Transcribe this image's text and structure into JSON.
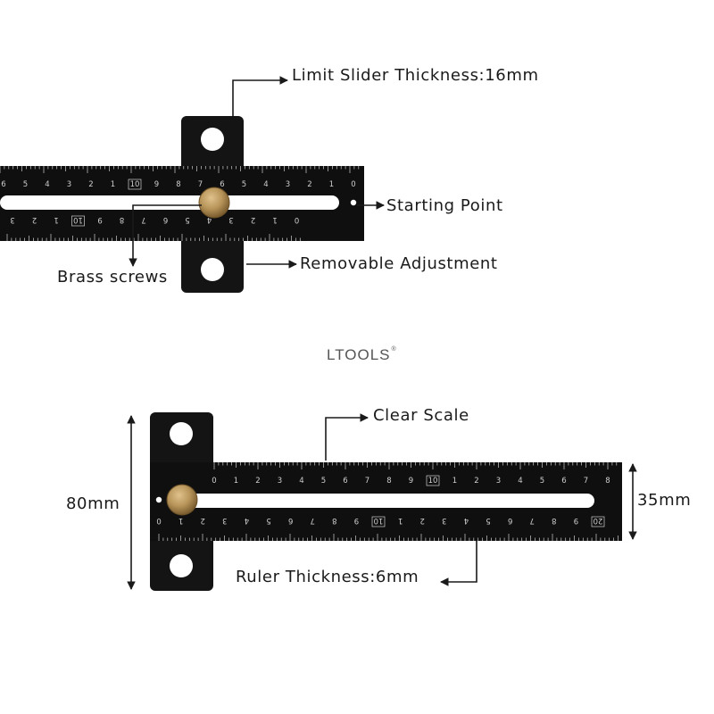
{
  "labels": {
    "limit_slider": "Limit Slider Thickness:16mm",
    "starting_point": "Starting Point",
    "brass_screws": "Brass screws",
    "removable_adjustment": "Removable Adjustment",
    "clear_scale": "Clear Scale",
    "height_80": "80mm",
    "width_35": "35mm",
    "ruler_thickness": "Ruler Thickness:6mm"
  },
  "logo": {
    "text": "LTOOLS",
    "mark": "®"
  },
  "top_ruler": {
    "upper_scale": [
      "6",
      "5",
      "4",
      "3",
      "2",
      "1",
      "10",
      "9",
      "8",
      "7",
      "6",
      "5",
      "4",
      "3",
      "2",
      "1",
      "0"
    ],
    "lower_scale": [
      "3",
      "2",
      "1",
      "10",
      "9",
      "8",
      "7",
      "6",
      "5",
      "4",
      "3",
      "2",
      "1",
      "0"
    ]
  },
  "bottom_ruler": {
    "upper_scale": [
      "0",
      "1",
      "2",
      "3",
      "4",
      "5",
      "6",
      "7",
      "8",
      "9",
      "10",
      "1",
      "2",
      "3",
      "4",
      "5",
      "6",
      "7",
      "8"
    ],
    "lower_scale": [
      "0",
      "1",
      "2",
      "3",
      "4",
      "5",
      "6",
      "7",
      "8",
      "9",
      "10",
      "1",
      "2",
      "3",
      "4",
      "5",
      "6",
      "7",
      "8",
      "9",
      "20"
    ]
  },
  "colors": {
    "metal": "#111111",
    "scale_marks": "#cfcfcf",
    "brass": "#b8955a",
    "background": "#ffffff"
  }
}
